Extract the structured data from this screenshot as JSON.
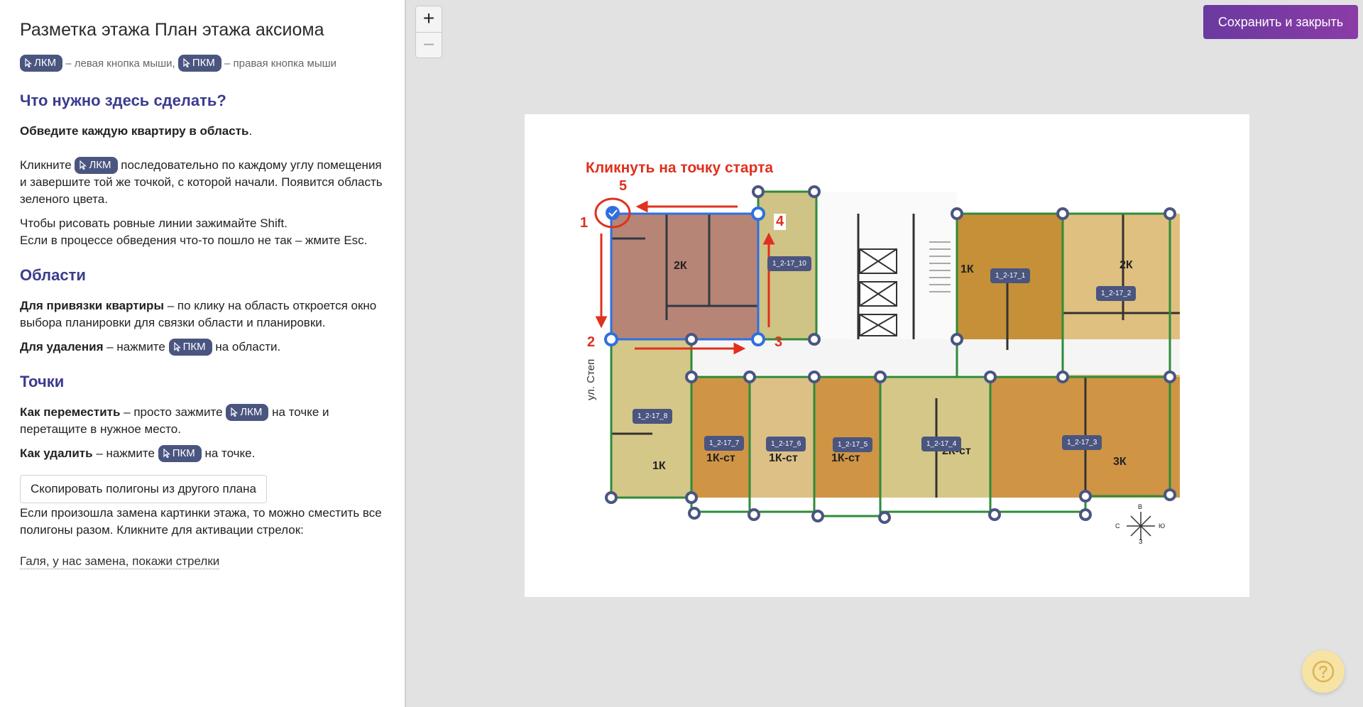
{
  "page": {
    "title": "Разметка этажа План этажа аксиома",
    "legend": {
      "lkm": "ЛКМ",
      "lkm_desc": "– левая кнопка мыши,",
      "pkm": "ПКМ",
      "pkm_desc": "– правая кнопка мыши"
    }
  },
  "task": {
    "heading": "Что нужно здесь сделать?",
    "bold": "Обведите каждую квартиру в область",
    "bold_tail": ".",
    "click_pre": "Кликните",
    "click_post": "последовательно по каждому углу помещения и завершите той же точкой, с которой начали. Появится область зеленого цвета.",
    "shift_line1": "Чтобы рисовать ровные линии зажимайте Shift.",
    "shift_line2": "Если в процессе обведения что-то пошло не так – жмите Esc."
  },
  "areas": {
    "heading": "Области",
    "bind_bold": "Для привязки квартиры",
    "bind_text": "– по клику на область откроется окно выбора планировки для связки области и планировки.",
    "del_bold": "Для удаления",
    "del_text": "– нажмите",
    "del_tail": "на области."
  },
  "points": {
    "heading": "Точки",
    "move_bold": "Как переместить",
    "move_text": "– просто зажмите",
    "move_tail": "на точке и перетащите в нужное место.",
    "del_bold": "Как удалить",
    "del_text": "– нажмите",
    "del_tail": "на точке."
  },
  "copy": {
    "button": "Скопировать полигоны из другого плана",
    "note": "Если произошла замена картинки этажа, то можно сместить все полигоны разом. Кликните для активации стрелок:",
    "link": "Галя, у нас замена, покажи стрелки"
  },
  "toolbar": {
    "zoom_in": "+",
    "zoom_out": "−",
    "save": "Сохранить и закрыть"
  },
  "plan": {
    "annotation_title": "Кликнуть на точку старта",
    "steps": [
      "1",
      "2",
      "3",
      "4",
      "5"
    ],
    "street": "ул. Степ",
    "compass": {
      "n": "В",
      "s": "З",
      "w": "С",
      "e": "Ю"
    },
    "apartments": [
      {
        "id": "1_2-17_10"
      },
      {
        "id": "1_2-17_1"
      },
      {
        "id": "1_2-17_2"
      },
      {
        "id": "1_2-17_8"
      },
      {
        "id": "1_2-17_7"
      },
      {
        "id": "1_2-17_6"
      },
      {
        "id": "1_2-17_5"
      },
      {
        "id": "1_2-17_4"
      },
      {
        "id": "1_2-17_3"
      }
    ],
    "room_types": [
      "2К",
      "1К",
      "2К",
      "1К",
      "1К-ст",
      "1К-ст",
      "1К-ст",
      "2К-ст",
      "3К"
    ]
  },
  "colors": {
    "accent": "#3b3b8f",
    "kbd_bg": "#4a5580",
    "save_gradient": [
      "#6a3aa0",
      "#8b3ba6"
    ],
    "annotation": "#e0301e",
    "polygon_green": "#2e8b3a",
    "polygon_selected": "#2f6fe0",
    "help_bg": "#f7e3a3"
  }
}
